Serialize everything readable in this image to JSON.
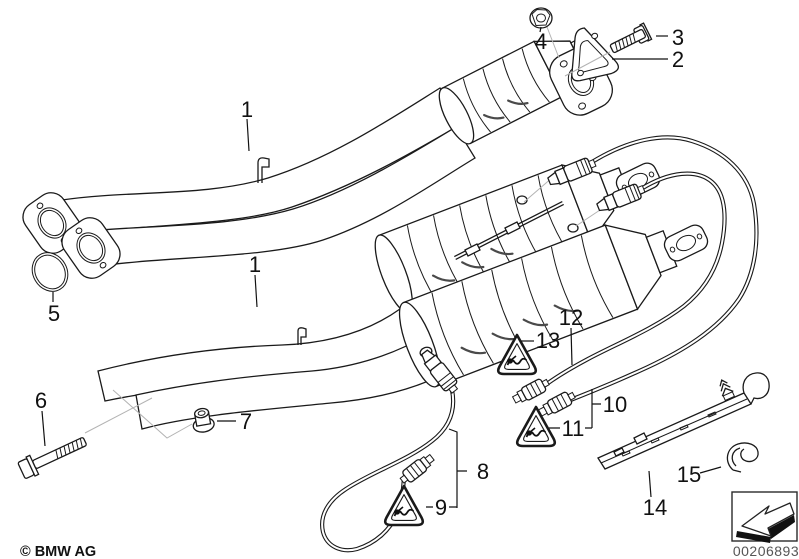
{
  "callouts": {
    "c1_top": "1",
    "c1_mid": "1",
    "c2": "2",
    "c3": "3",
    "c4": "4",
    "c5": "5",
    "c6": "6",
    "c7": "7",
    "c8": "8",
    "c9": "9",
    "c10": "10",
    "c11": "11",
    "c12": "12",
    "c13": "13",
    "c14": "14",
    "c15": "15"
  },
  "footer": {
    "copyright": "© BMW AG",
    "image_id": "00206893"
  },
  "icons": {
    "warning_triangle": "warning-triangle-icon",
    "direction_arrow": "direction-arrow-icon"
  },
  "colors": {
    "line": "#1a1a1a",
    "assist_line": "#b3b3b3",
    "id_text": "#555555",
    "background": "#ffffff"
  }
}
